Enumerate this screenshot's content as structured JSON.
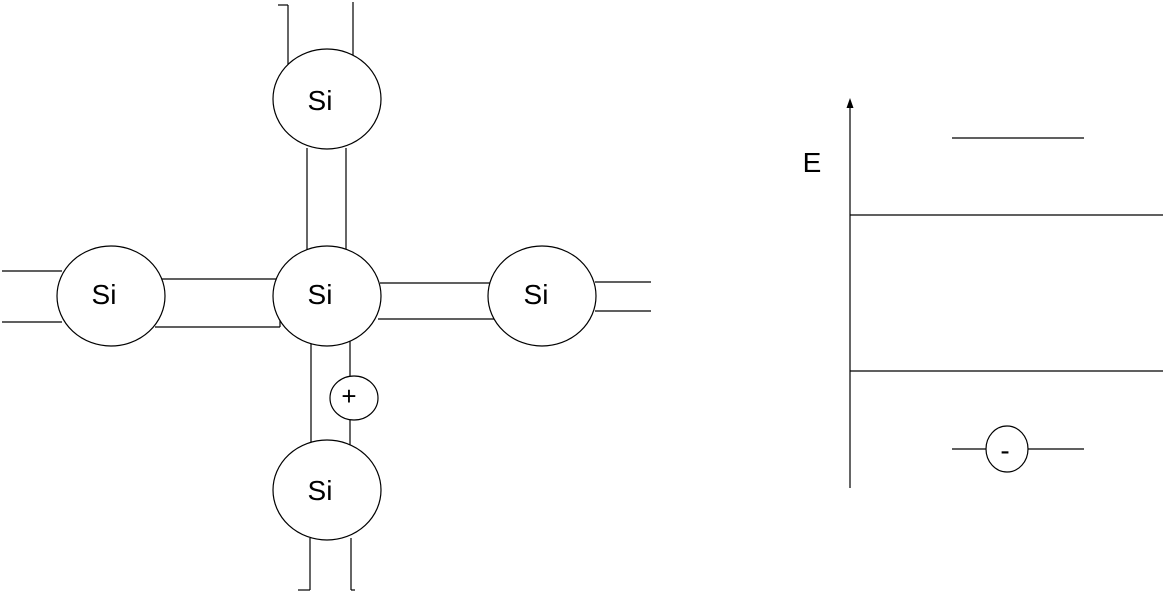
{
  "lattice": {
    "atoms": {
      "top": "Si",
      "left": "Si",
      "center": "Si",
      "right": "Si",
      "bottom": "Si"
    },
    "hole_symbol": "+"
  },
  "energy_diagram": {
    "axis_label": "E",
    "electron_symbol": "-"
  }
}
